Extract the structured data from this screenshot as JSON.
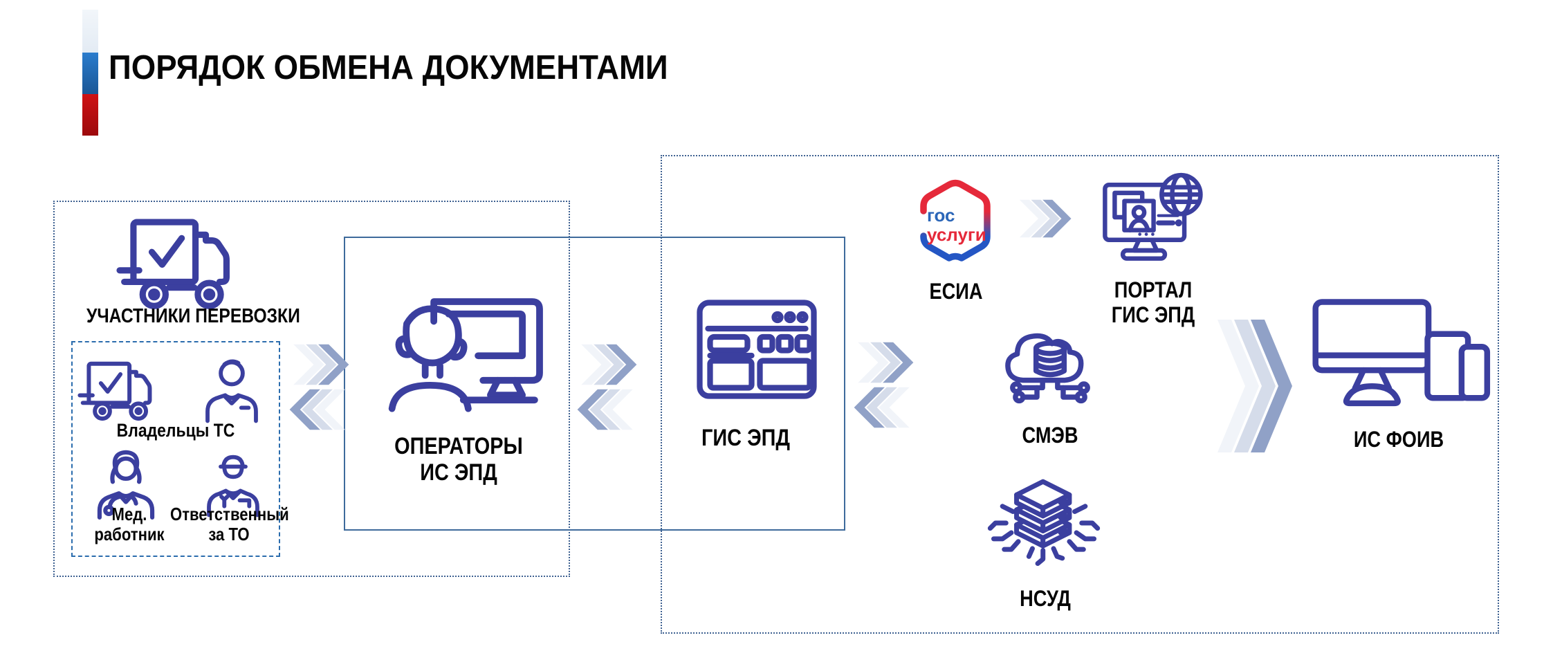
{
  "title": "ПОРЯДОК ОБМЕНА ДОКУМЕНТАМИ",
  "nodes": {
    "participants": {
      "label": "УЧАСТНИКИ ПЕРЕВОЗКИ",
      "icon": "truck-check-icon"
    },
    "vehicle_owners": {
      "label": "Владельцы ТС",
      "icons": [
        "truck-check-icon",
        "driver-person-icon"
      ]
    },
    "med_worker": {
      "line1": "Мед.",
      "line2": "работник",
      "icon": "medic-person-icon"
    },
    "maintenance_responsible": {
      "line1": "Ответственный",
      "line2": "за ТО",
      "icon": "mechanic-person-icon"
    },
    "operators": {
      "line1": "ОПЕРАТОРЫ",
      "line2": "ИС ЭПД",
      "icon": "operator-computer-icon"
    },
    "gis_epd": {
      "label": "ГИС ЭПД",
      "icon": "browser-window-icon"
    },
    "esia": {
      "label": "ЕСИА",
      "logo_top": "гос",
      "logo_bottom": "услуги",
      "icon": "gosuslugi-logo"
    },
    "portal_gis_epd": {
      "line1": "ПОРТАЛ",
      "line2": "ГИС ЭПД",
      "icon": "monitor-globe-icon"
    },
    "smev": {
      "label": "СМЭВ",
      "icon": "cloud-database-icon"
    },
    "nsud": {
      "label": "НСУД",
      "icon": "server-stack-icon"
    },
    "is_foiv": {
      "label": "ИС ФОИВ",
      "icon": "devices-icon"
    }
  },
  "flow": [
    "УЧАСТНИКИ ПЕРЕВОЗКИ <-> ОПЕРАТОРЫ ИС ЭПД",
    "ОПЕРАТОРЫ ИС ЭПД <-> ГИС ЭПД",
    "ГИС ЭПД <-> СМЭВ",
    "ЕСИА -> ПОРТАЛ ГИС ЭПД",
    "СМЭВ -> ИС ФОИВ"
  ],
  "colors": {
    "icon_stroke": "#3b3f9f",
    "dotted_box_border": "#3d6090",
    "dashed_box_border": "#2a6cad",
    "solid_box_border": "#3e6a9b",
    "chevron_pale": "#f1f4f9",
    "chevron_light": "#d5dcea",
    "chevron_dark": "#90a1c7",
    "flag_white": "#e9eff6",
    "flag_blue": "#2277cd",
    "flag_red": "#c41114",
    "logo_red": "#e5293a",
    "logo_blue": "#2b66b8",
    "text": "#050505"
  }
}
